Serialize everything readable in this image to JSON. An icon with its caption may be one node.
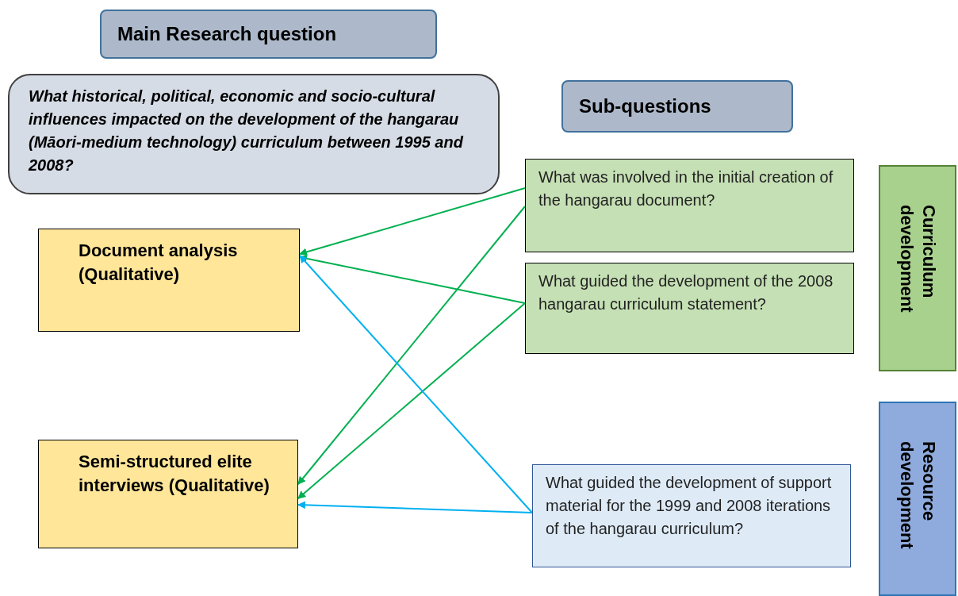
{
  "diagram": {
    "nodes": [
      {
        "text": [
          "Main Research question"
        ]
      },
      {
        "text": [
          "What historical, political, economic and socio-cultural influences impacted on the development of the hangarau (Māori-medium technology) curriculum between 1995 and 2008?"
        ]
      },
      {
        "text": [
          "Sub-questions"
        ]
      },
      {
        "text": [
          "What was involved in the initial creation of the hangarau document?"
        ]
      },
      {
        "text": [
          "What guided the development of the 2008 hangarau curriculum statement?"
        ]
      },
      {
        "text": [
          "What guided the development of support material for the 1999 and 2008 iterations of the hangarau curriculum?"
        ]
      },
      {
        "text": [
          "Document analysis (Qualitative)"
        ]
      },
      {
        "text": [
          "Semi-structured elite interviews (Qualitative)"
        ]
      },
      {
        "text": [
          "Curriculum development"
        ]
      },
      {
        "text": [
          "Resource development"
        ]
      }
    ],
    "edges": [
      {
        "from": 3,
        "to": 6,
        "arrow": "to"
      },
      {
        "from": 3,
        "to": 7,
        "arrow": "to"
      },
      {
        "from": 4,
        "to": 6,
        "arrow": "to"
      },
      {
        "from": 4,
        "to": 7,
        "arrow": "to"
      },
      {
        "from": 5,
        "to": 6,
        "arrow": "to",
        "color": "#00b0f0"
      },
      {
        "from": 5,
        "to": 7,
        "arrow": "to",
        "color": "#00b0f0"
      }
    ]
  }
}
